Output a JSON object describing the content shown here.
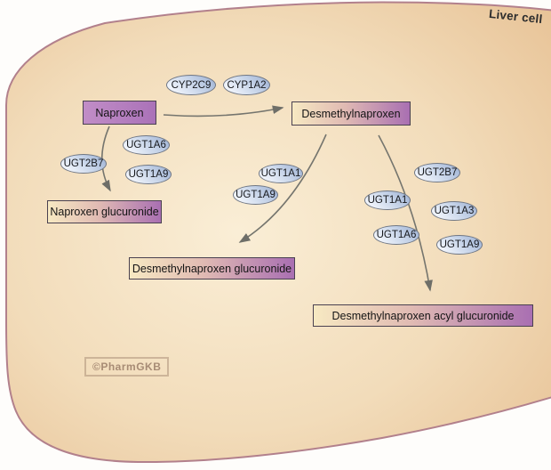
{
  "scene": {
    "region_label": "Liver cell",
    "watermark": "©PharmGKB"
  },
  "nodes": [
    {
      "id": "naproxen",
      "label": "Naproxen"
    },
    {
      "id": "desmethylnaproxen",
      "label": "Desmethylnaproxen"
    },
    {
      "id": "naproxen-glucuronide",
      "label": "Naproxen glucuronide"
    },
    {
      "id": "desmethylnaproxen-glucuronide",
      "label": "Desmethylnaproxen glucuronide"
    },
    {
      "id": "desmethylnaproxen-acyl-glucuronide",
      "label": "Desmethylnaproxen acyl glucuronide"
    }
  ],
  "enzymes": [
    {
      "label": "CYP2C9"
    },
    {
      "label": "CYP1A2"
    },
    {
      "label": "UGT1A6"
    },
    {
      "label": "UGT2B7"
    },
    {
      "label": "UGT1A9"
    },
    {
      "label": "UGT1A1"
    },
    {
      "label": "UGT1A9"
    },
    {
      "label": "UGT2B7"
    },
    {
      "label": "UGT1A1"
    },
    {
      "label": "UGT1A3"
    },
    {
      "label": "UGT1A6"
    },
    {
      "label": "UGT1A9"
    }
  ],
  "reactions": [
    {
      "from": "Naproxen",
      "to": "Desmethylnaproxen",
      "enzymes": [
        "CYP2C9",
        "CYP1A2"
      ]
    },
    {
      "from": "Naproxen",
      "to": "Naproxen glucuronide",
      "enzymes": [
        "UGT2B7",
        "UGT1A6",
        "UGT1A9"
      ]
    },
    {
      "from": "Desmethylnaproxen",
      "to": "Desmethylnaproxen glucuronide",
      "enzymes": [
        "UGT1A1",
        "UGT1A9"
      ]
    },
    {
      "from": "Desmethylnaproxen",
      "to": "Desmethylnaproxen acyl glucuronide",
      "enzymes": [
        "UGT2B7",
        "UGT1A1",
        "UGT1A3",
        "UGT1A6",
        "UGT1A9"
      ]
    }
  ],
  "colors": {
    "cell_fill_center": "#faeed6",
    "cell_fill_edge": "#e7c194",
    "cell_border": "#b2808c",
    "node_gradient_left": "#f7e9c2",
    "node_gradient_right": "#a96fb2",
    "drug_node_fill": "#b480c0",
    "enzyme_fill_dark": "#9cb0d3",
    "enzyme_fill_light": "#f0f4fb",
    "arrow": "#75756e",
    "background": "#fefdfb"
  }
}
